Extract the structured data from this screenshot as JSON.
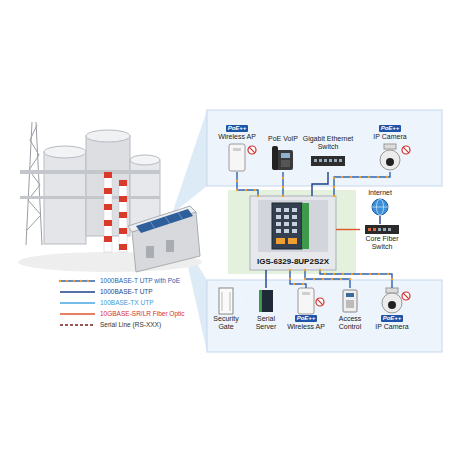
{
  "diagram": {
    "nodes": [
      {
        "text": [
          "PoE++",
          "Wireless AP"
        ]
      },
      {
        "text": [
          "PoE VoIP"
        ]
      },
      {
        "text": [
          "Gigabit Ethernet Switch"
        ]
      },
      {
        "text": [
          "PoE++",
          "IP Camera"
        ]
      },
      {
        "text": [
          "IGS-6329-8UP2S2X"
        ]
      },
      {
        "text": [
          "Internet"
        ]
      },
      {
        "text": [
          "Core Fiber Switch"
        ]
      },
      {
        "text": [
          "Security Gate"
        ]
      },
      {
        "text": [
          "Serial Server"
        ]
      },
      {
        "text": [
          "PoE++",
          "Wireless AP"
        ]
      },
      {
        "text": [
          "Access Control"
        ]
      },
      {
        "text": [
          "PoE++",
          "IP Camera"
        ]
      }
    ],
    "edges": [
      {
        "from": 4,
        "to": 0,
        "arrow": "none"
      },
      {
        "from": 4,
        "to": 1,
        "arrow": "none"
      },
      {
        "from": 4,
        "to": 2,
        "arrow": "none"
      },
      {
        "from": 4,
        "to": 3,
        "arrow": "none"
      },
      {
        "from": 4,
        "to": 6,
        "arrow": "none"
      },
      {
        "from": 6,
        "to": 5,
        "arrow": "none"
      },
      {
        "from": 4,
        "to": 8,
        "arrow": "none"
      },
      {
        "from": 8,
        "to": 7,
        "arrow": "none"
      },
      {
        "from": 4,
        "to": 9,
        "arrow": "none"
      },
      {
        "from": 4,
        "to": 10,
        "arrow": "none"
      },
      {
        "from": 4,
        "to": 11,
        "arrow": "none"
      }
    ],
    "legend": [
      {
        "text": "1000BASE-T UTP with PoE"
      },
      {
        "text": "1000BASE-T UTP"
      },
      {
        "text": "100BASE-TX UTP"
      },
      {
        "text": "10GBASE-SR/LR Fiber Optic"
      },
      {
        "text": "Serial Line (RS-XXX)"
      }
    ]
  }
}
